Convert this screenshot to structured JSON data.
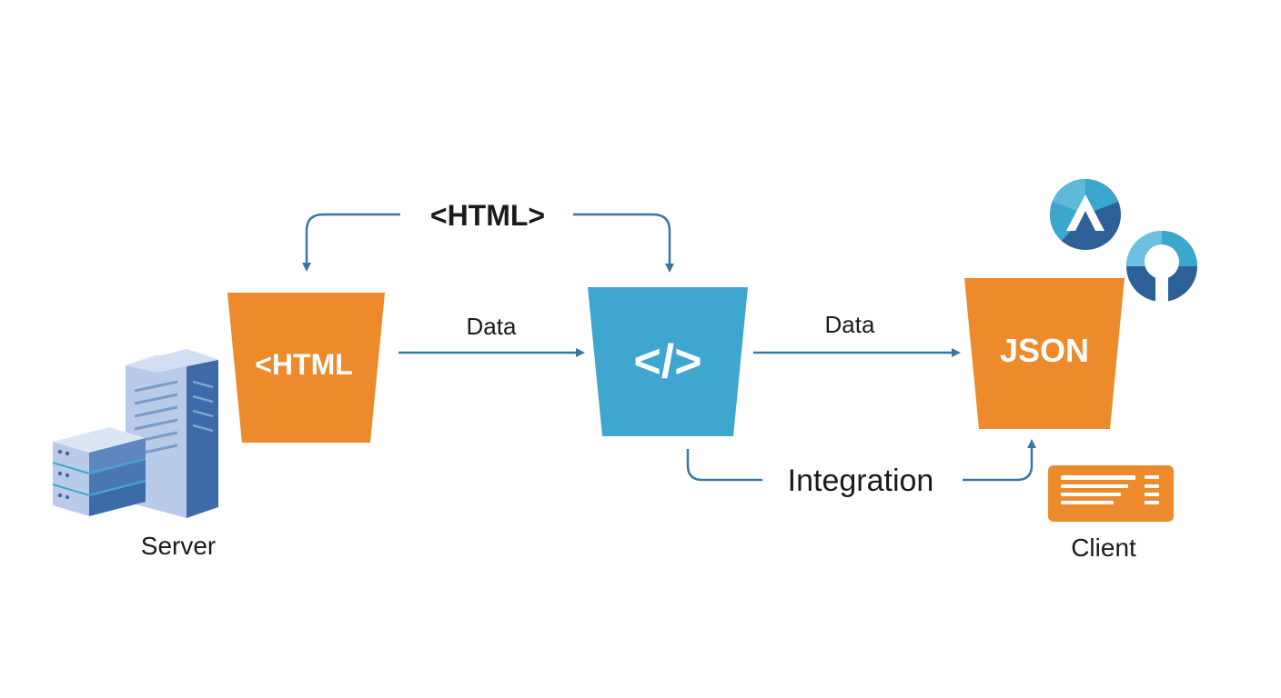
{
  "top_label": "<HTML>",
  "nodes": {
    "left_box": "<HTML",
    "center_box": "</>",
    "right_box": "JSON"
  },
  "edges": {
    "data_left": "Data",
    "data_right": "Data",
    "integration": "Integration"
  },
  "labels": {
    "server": "Server",
    "client": "Client"
  },
  "colors": {
    "orange": "#ec8a2c",
    "blue": "#3fa6cf",
    "arrow": "#3a77a0",
    "server_dark": "#3d6aa8",
    "server_light": "#b9cbe8",
    "badge_dark": "#2d6097",
    "badge_light": "#3aa8cc"
  },
  "icons": [
    "server-icon",
    "client-card-icon",
    "triangle-badge-icon",
    "ring-badge-icon"
  ]
}
